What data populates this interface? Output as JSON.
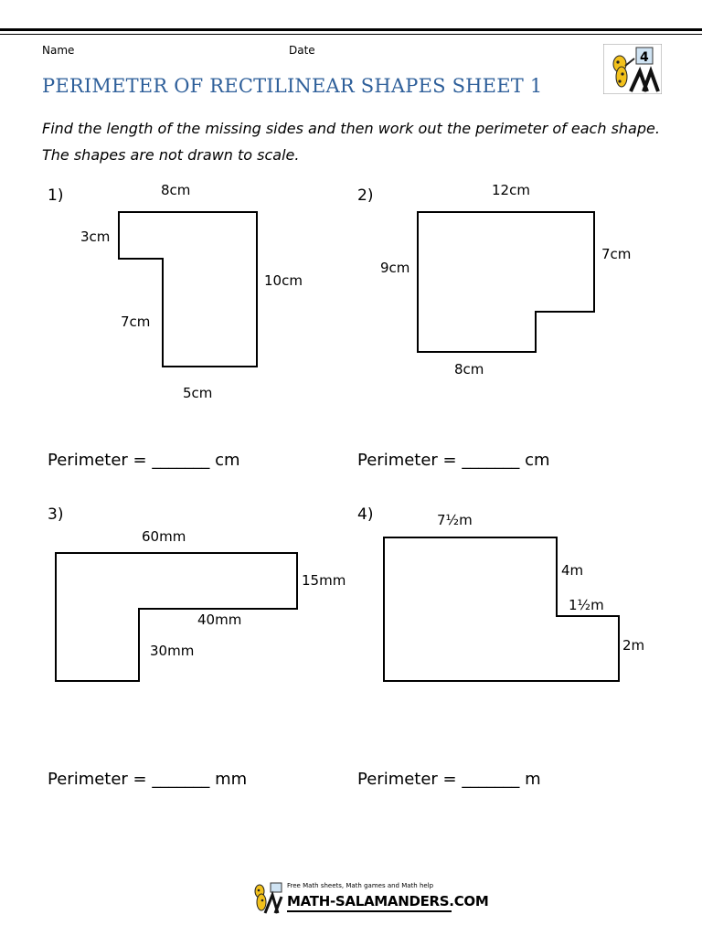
{
  "header": {
    "name_label": "Name",
    "date_label": "Date",
    "title": "PERIMETER OF RECTILINEAR SHAPES SHEET 1",
    "title_color": "#2e5f9a"
  },
  "instructions": {
    "line1": "Find the length of the missing sides and then work out the perimeter of each shape.",
    "line2": "The shapes are not drawn to scale."
  },
  "problems": [
    {
      "number": "1)",
      "labels": [
        "8cm",
        "3cm",
        "10cm",
        "7cm",
        "5cm"
      ],
      "perimeter_label": "Perimeter = _______ cm"
    },
    {
      "number": "2)",
      "labels": [
        "12cm",
        "7cm",
        "9cm",
        "8cm"
      ],
      "perimeter_label": "Perimeter = _______ cm"
    },
    {
      "number": "3)",
      "labels": [
        "60mm",
        "15mm",
        "40mm",
        "30mm"
      ],
      "perimeter_label": "Perimeter = _______ mm"
    },
    {
      "number": "4)",
      "labels": [
        "7½m",
        "4m",
        "1½m",
        "2m"
      ],
      "perimeter_label": "Perimeter = _______ m"
    }
  ],
  "logo": {
    "digit": "4"
  },
  "footer": {
    "tagline": "Free Math sheets, Math games and Math help",
    "site": "MATH-SALAMANDERS.COM"
  }
}
